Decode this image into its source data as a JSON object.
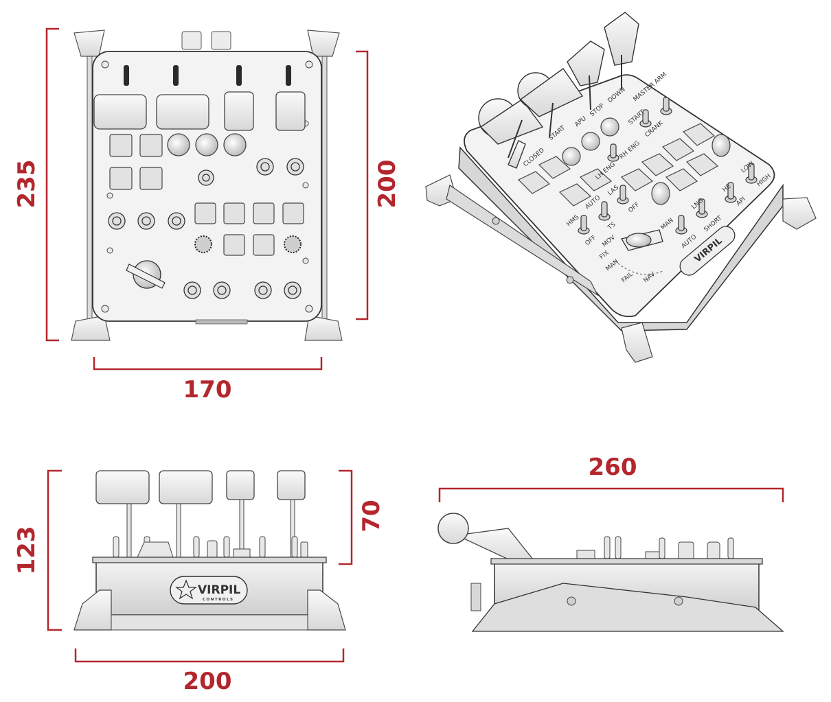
{
  "dimensions": {
    "front_height": "235",
    "front_panel_height": "200",
    "front_width": "170",
    "rear_height": "123",
    "rear_lever_height": "70",
    "rear_width": "200",
    "side_length": "260"
  },
  "panel_labels": {
    "closed": "CLOSED",
    "start_left": "START",
    "apu": "APU",
    "stop": "STOP",
    "down": "DOWN",
    "master_arm": "MASTER ARM",
    "start_right": "START",
    "crank": "CRANK",
    "lh_eng": "LH ENG",
    "rh_eng": "RH ENG",
    "hms": "HMS",
    "off1": "OFF",
    "auto": "AUTO",
    "ts": "TS",
    "las": "LAS",
    "off2": "OFF",
    "mov": "MOV",
    "fix": "FIX",
    "man_dial": "MAN",
    "fail": "FAIL",
    "nav": "NAV",
    "man": "MAN",
    "auto2": "AUTO",
    "lng": "LNG",
    "short": "SHORT",
    "he": "HE",
    "api": "API",
    "low": "LOW",
    "high": "HIGH"
  },
  "logo": {
    "brand": "VIRPIL",
    "sub": "CONTROLS"
  },
  "colors": {
    "dimension": "#b3262d",
    "line": "#3a3a3a",
    "body": "#e6e6e6",
    "panel": "#f2f2f2"
  }
}
